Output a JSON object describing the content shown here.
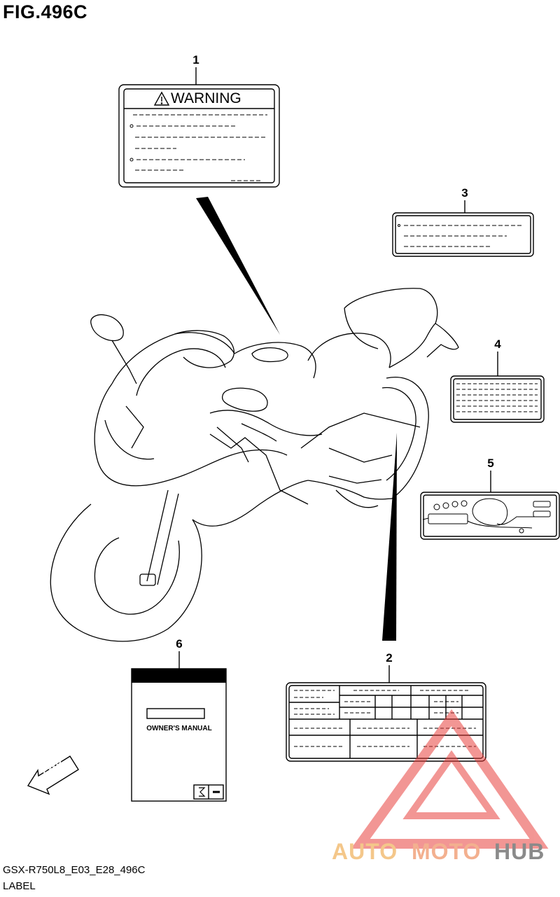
{
  "figure": {
    "title": "FIG.496C"
  },
  "callouts": [
    "1",
    "2",
    "3",
    "4",
    "5",
    "6"
  ],
  "labels": {
    "warning_title": "WARNING",
    "owners_manual": "OWNER'S MANUAL",
    "fwd": "FWD"
  },
  "footer": {
    "code": "GSX-R750L8_E03_E28_496C",
    "label": "LABEL"
  },
  "watermark": {
    "part1": "AUTO",
    "part2": "MOTO",
    "part3": "HUB",
    "colors": {
      "auto": "#f4c78a",
      "moto": "#f3b08f",
      "hub": "#8a8a8a",
      "triangle": "#e9413e"
    }
  },
  "icons": [
    "warning-triangle-icon",
    "fwd-arrow-icon",
    "suzuki-logo-icon",
    "motorcycle-outline"
  ]
}
